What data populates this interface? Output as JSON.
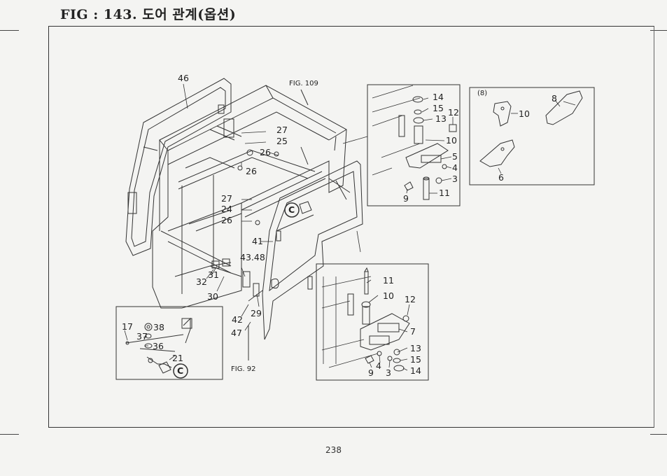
{
  "header": {
    "title": "FIG : 143. 도어 관계(옵션)"
  },
  "page": {
    "number": "238"
  },
  "references": {
    "fig109": "FIG. 109",
    "fig92": "FIG. 92"
  },
  "labels": {
    "l46": "46",
    "l27a": "27",
    "l25": "25",
    "l26a": "26",
    "l26b": "26",
    "l27b": "27",
    "l24": "24",
    "l26c": "26",
    "l41": "41",
    "l4348": "43.48",
    "l31": "31",
    "l32": "32",
    "l30": "30",
    "l42": "42",
    "l47": "47",
    "l29": "29",
    "tr14": "14",
    "tr15": "15",
    "tr13": "13",
    "tr12": "12",
    "tr10": "10",
    "tr5": "5",
    "tr4": "4",
    "tr3": "3",
    "tr11": "11",
    "tr9": "9",
    "opt": "(8)",
    "o10": "10",
    "o8": "8",
    "o6": "6",
    "br11": "11",
    "br10": "10",
    "br12": "12",
    "br7": "7",
    "br13": "13",
    "br15": "15",
    "br14": "14",
    "br4": "4",
    "br9": "9",
    "br3": "3",
    "bl17": "17",
    "bl38": "38",
    "bl37": "37",
    "bl36": "36",
    "bl21": "21"
  },
  "callout_letter": "C"
}
